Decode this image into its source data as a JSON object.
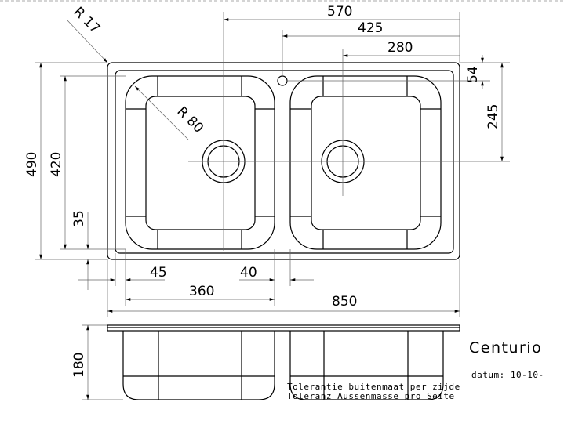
{
  "drawing": {
    "product_name": "Centurio",
    "date_label": "datum: 10-10-",
    "tolerance_nl": "Tolerantie buitenmaat per zijde",
    "tolerance_de": "Toleranz Aussenmasse pro Seite"
  },
  "dimensions": {
    "r17": "R 17",
    "r80": "R 80",
    "w570": "570",
    "w425": "425",
    "w280": "280",
    "h54": "54",
    "h245": "245",
    "h490": "490",
    "h420": "420",
    "h35": "35",
    "w45": "45",
    "w40": "40",
    "w360": "360",
    "w850": "850",
    "h180": "180"
  }
}
